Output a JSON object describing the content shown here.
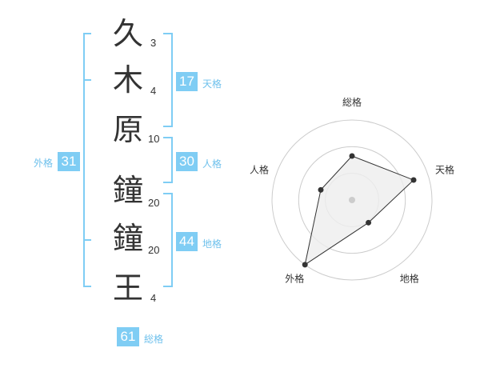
{
  "name_chars": [
    {
      "char": "久",
      "strokes": "3"
    },
    {
      "char": "木",
      "strokes": "4"
    },
    {
      "char": "原",
      "strokes": "10"
    },
    {
      "char": "鐘",
      "strokes": "20"
    },
    {
      "char": "鐘",
      "strokes": "20"
    },
    {
      "char": "王",
      "strokes": "4"
    }
  ],
  "scores": {
    "tenkaku": {
      "value": "17",
      "label": "天格"
    },
    "jinkaku": {
      "value": "30",
      "label": "人格"
    },
    "chikaku": {
      "value": "44",
      "label": "地格"
    },
    "gaikaku": {
      "value": "31",
      "label": "外格"
    },
    "soukaku": {
      "value": "61",
      "label": "総格"
    }
  },
  "colors": {
    "accent": "#7fcdf4",
    "text": "#333333",
    "ring": "#cccccc",
    "fill": "#eeeeee"
  },
  "chart_data": {
    "type": "radar",
    "axes": [
      "総格",
      "天格",
      "地格",
      "外格",
      "人格"
    ],
    "rings": 3,
    "values": [
      0.55,
      0.81,
      0.35,
      1.0,
      0.41
    ]
  }
}
